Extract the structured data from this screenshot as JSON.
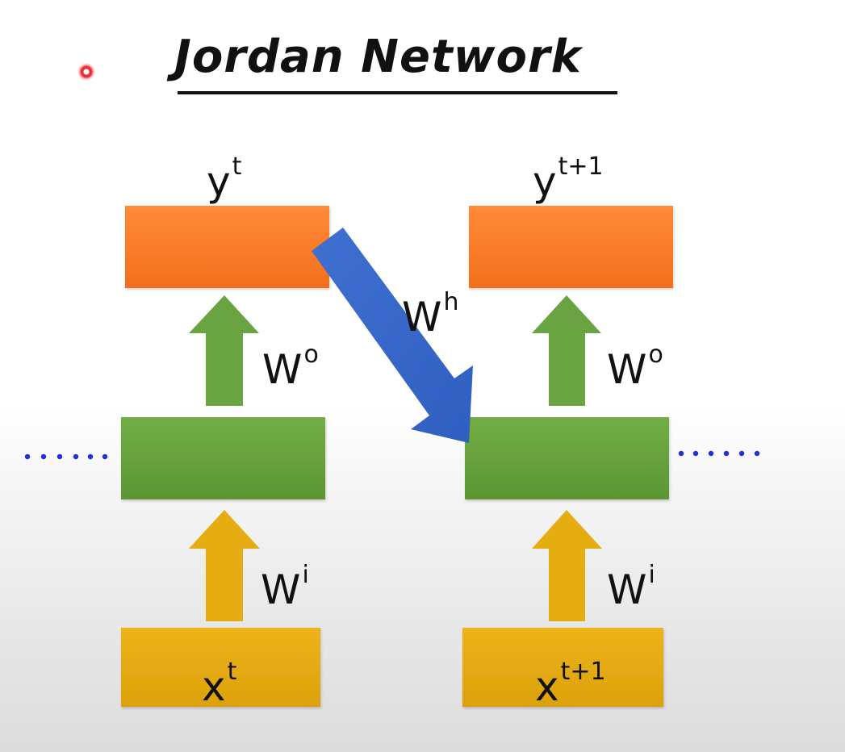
{
  "title": "Jordan Network",
  "nodes": {
    "y_left": {
      "base": "y",
      "sup": "t"
    },
    "y_right": {
      "base": "y",
      "sup": "t+1"
    },
    "x_left": {
      "base": "x",
      "sup": "t"
    },
    "x_right": {
      "base": "x",
      "sup": "t+1"
    }
  },
  "weights": {
    "output_left": {
      "base": "W",
      "sup": "o"
    },
    "output_right": {
      "base": "W",
      "sup": "o"
    },
    "input_left": {
      "base": "W",
      "sup": "i"
    },
    "input_right": {
      "base": "W",
      "sup": "i"
    },
    "recurrent": {
      "base": "W",
      "sup": "h"
    }
  },
  "colors": {
    "output_box": "#ff7f2a",
    "hidden_box": "#66a33d",
    "input_box": "#e6ad14",
    "output_arrow": "#6aa341",
    "input_arrow": "#e5ad12",
    "recurrent_arrow": "#4472c4",
    "dots": "#1f2fe0"
  }
}
